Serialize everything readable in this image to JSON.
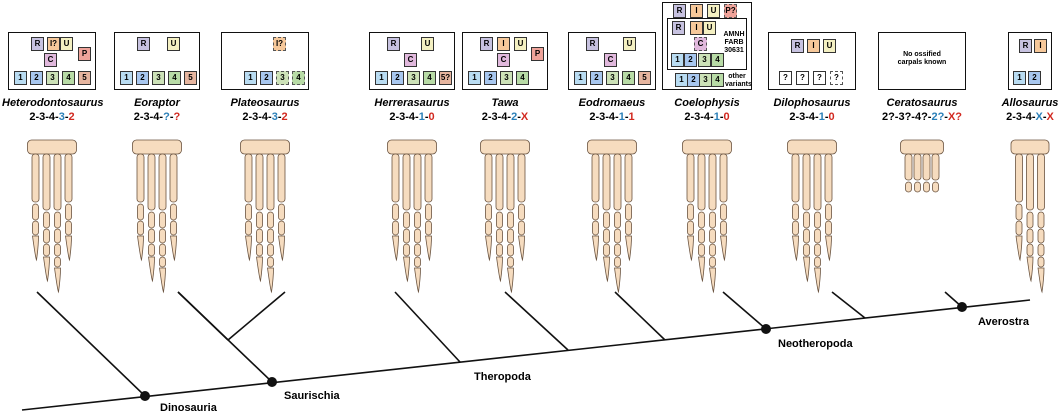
{
  "colors": {
    "R": "#c7c2e0",
    "I": "#f6c89a",
    "U": "#f4f0c2",
    "C": "#e1b9dd",
    "P": "#efa39a",
    "d1": "#b9dcf2",
    "d2": "#a8c7ef",
    "d3": "#cde2b8",
    "d4": "#b8dba6",
    "d5": "#e6b59f",
    "bone": "#f6dcbf",
    "bone_edge": "#6b5440",
    "blue": "#2a7fb8",
    "red": "#d2281f"
  },
  "taxa": [
    {
      "name": "Heterodontosaurus",
      "formula": [
        [
          "2-3-4-",
          "d"
        ],
        [
          "3",
          "b"
        ],
        [
          "-",
          "d"
        ],
        [
          "2",
          "r"
        ]
      ],
      "tiles": [
        {
          "t": "R",
          "c": "R"
        },
        {
          "t": "I?",
          "c": "I",
          "dashed": false
        },
        {
          "t": "U",
          "c": "U"
        },
        {
          "t": "C",
          "c": "C"
        },
        {
          "t": "P",
          "c": "P"
        },
        {
          "t": "1",
          "c": "d1"
        },
        {
          "t": "2",
          "c": "d2"
        },
        {
          "t": "3",
          "c": "d3"
        },
        {
          "t": "4",
          "c": "d4"
        },
        {
          "t": "5",
          "c": "d5"
        }
      ]
    },
    {
      "name": "Eoraptor",
      "formula": [
        [
          "2-3-4-",
          "d"
        ],
        [
          "?",
          "b"
        ],
        [
          "-",
          "d"
        ],
        [
          "?",
          "r"
        ]
      ],
      "tiles": [
        {
          "t": "R",
          "c": "R"
        },
        {
          "t": "U",
          "c": "U"
        },
        {
          "t": "1",
          "c": "d1"
        },
        {
          "t": "2",
          "c": "d2"
        },
        {
          "t": "3",
          "c": "d3"
        },
        {
          "t": "4",
          "c": "d4"
        },
        {
          "t": "5",
          "c": "d5"
        }
      ]
    },
    {
      "name": "Plateosaurus",
      "formula": [
        [
          "2-3-4-",
          "d"
        ],
        [
          "3",
          "b"
        ],
        [
          "-",
          "d"
        ],
        [
          "2",
          "r"
        ]
      ],
      "tiles": [
        {
          "t": "I?",
          "c": "I",
          "dashed": true
        },
        {
          "t": "1",
          "c": "d1"
        },
        {
          "t": "2",
          "c": "d2"
        },
        {
          "t": "3",
          "c": "d3",
          "dashed": true
        },
        {
          "t": "4",
          "c": "d4",
          "dashed": true
        }
      ]
    },
    {
      "name": "Herrerasaurus",
      "formula": [
        [
          "2-3-4-",
          "d"
        ],
        [
          "1",
          "b"
        ],
        [
          "-",
          "d"
        ],
        [
          "0",
          "r"
        ]
      ],
      "tiles": [
        {
          "t": "R",
          "c": "R"
        },
        {
          "t": "U",
          "c": "U"
        },
        {
          "t": "C",
          "c": "C"
        },
        {
          "t": "1",
          "c": "d1"
        },
        {
          "t": "2",
          "c": "d2"
        },
        {
          "t": "3",
          "c": "d3"
        },
        {
          "t": "4",
          "c": "d4"
        },
        {
          "t": "5?",
          "c": "d5"
        }
      ]
    },
    {
      "name": "Tawa",
      "formula": [
        [
          "2-3-4-",
          "d"
        ],
        [
          "2",
          "b"
        ],
        [
          "-",
          "d"
        ],
        [
          "X",
          "r"
        ]
      ],
      "tiles": [
        {
          "t": "R",
          "c": "R"
        },
        {
          "t": "I",
          "c": "I"
        },
        {
          "t": "U",
          "c": "U"
        },
        {
          "t": "C",
          "c": "C"
        },
        {
          "t": "P",
          "c": "P"
        },
        {
          "t": "1",
          "c": "d1"
        },
        {
          "t": "2",
          "c": "d2"
        },
        {
          "t": "3",
          "c": "d3"
        },
        {
          "t": "4",
          "c": "d4"
        }
      ]
    },
    {
      "name": "Eodromaeus",
      "formula": [
        [
          "2-3-4-",
          "d"
        ],
        [
          "1",
          "b"
        ],
        [
          "-",
          "d"
        ],
        [
          "1",
          "r"
        ]
      ],
      "tiles": [
        {
          "t": "R",
          "c": "R"
        },
        {
          "t": "U",
          "c": "U"
        },
        {
          "t": "C",
          "c": "C"
        },
        {
          "t": "1",
          "c": "d1"
        },
        {
          "t": "2",
          "c": "d2"
        },
        {
          "t": "3",
          "c": "d3"
        },
        {
          "t": "4",
          "c": "d4"
        },
        {
          "t": "5",
          "c": "d5"
        }
      ]
    },
    {
      "name": "Coelophysis",
      "formula": [
        [
          "2-3-4-",
          "d"
        ],
        [
          "1",
          "b"
        ],
        [
          "-",
          "d"
        ],
        [
          "0",
          "r"
        ]
      ],
      "tiles": [
        {
          "t": "R",
          "c": "R"
        },
        {
          "t": "I",
          "c": "I"
        },
        {
          "t": "U",
          "c": "U"
        },
        {
          "t": "P?",
          "c": "P",
          "dashed": true
        },
        {
          "t": "R",
          "c": "R"
        },
        {
          "t": "I",
          "c": "I"
        },
        {
          "t": "U",
          "c": "U"
        },
        {
          "t": "C",
          "c": "C",
          "dashed": true
        },
        {
          "t": "1",
          "c": "d1"
        },
        {
          "t": "2",
          "c": "d2"
        },
        {
          "t": "3",
          "c": "d3"
        },
        {
          "t": "4",
          "c": "d4"
        },
        {
          "t": "1",
          "c": "d1"
        },
        {
          "t": "2",
          "c": "d2"
        },
        {
          "t": "3",
          "c": "d3"
        },
        {
          "t": "4",
          "c": "d4"
        }
      ],
      "specimen": "AMNH\nFARB\n30631",
      "variants": "other\nvariants"
    },
    {
      "name": "Dilophosaurus",
      "formula": [
        [
          "2-3-4-",
          "d"
        ],
        [
          "1",
          "b"
        ],
        [
          "-",
          "d"
        ],
        [
          "0",
          "r"
        ]
      ],
      "tiles": [
        {
          "t": "R",
          "c": "R"
        },
        {
          "t": "I",
          "c": "I"
        },
        {
          "t": "U",
          "c": "U"
        },
        {
          "t": "?",
          "c": "white"
        },
        {
          "t": "?",
          "c": "white"
        },
        {
          "t": "?",
          "c": "white"
        },
        {
          "t": "?",
          "c": "white",
          "dashed": true
        }
      ]
    },
    {
      "name": "Ceratosaurus",
      "formula": [
        [
          "2?-3?-4?-",
          "d"
        ],
        [
          "2?",
          "b"
        ],
        [
          "-",
          "d"
        ],
        [
          "X?",
          "r"
        ]
      ],
      "tiles": [],
      "note": "No ossified\ncarpals known"
    },
    {
      "name": "Allosaurus",
      "formula": [
        [
          "2-3-4-",
          "d"
        ],
        [
          "X",
          "b"
        ],
        [
          "-",
          "d"
        ],
        [
          "X",
          "r"
        ]
      ],
      "tiles": [
        {
          "t": "R",
          "c": "R"
        },
        {
          "t": "I",
          "c": "I"
        },
        {
          "t": "1",
          "c": "d1"
        },
        {
          "t": "2",
          "c": "d2"
        }
      ]
    }
  ],
  "clades": [
    "Dinosauria",
    "Saurischia",
    "Theropoda",
    "Neotheropoda",
    "Averostra"
  ]
}
